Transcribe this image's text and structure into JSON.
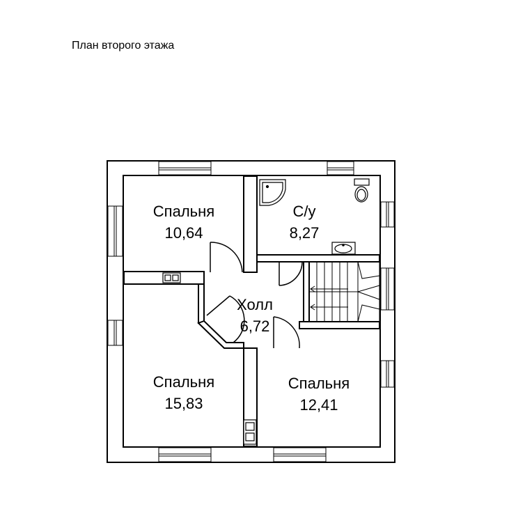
{
  "title": "План второго этажа",
  "rooms": [
    {
      "id": "bedroom-1",
      "name": "Спальня",
      "area": "10,64"
    },
    {
      "id": "bathroom",
      "name": "С/у",
      "area": "8,27"
    },
    {
      "id": "hall",
      "name": "Холл",
      "area": "6,72"
    },
    {
      "id": "bedroom-2",
      "name": "Спальня",
      "area": "15,83"
    },
    {
      "id": "bedroom-3",
      "name": "Спальня",
      "area": "12,41"
    }
  ]
}
